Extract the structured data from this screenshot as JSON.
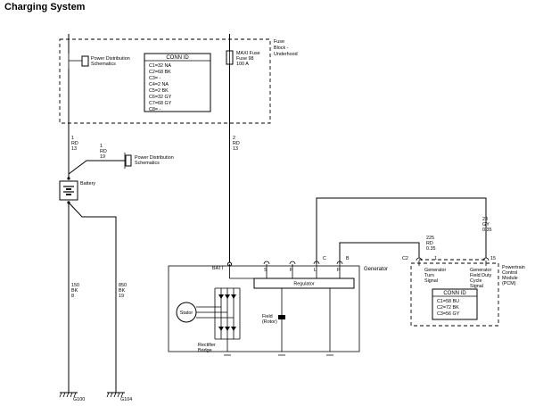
{
  "title": "Charging System",
  "fuse_block": {
    "label_lines": [
      "Fuse",
      "Block -",
      "Underhood"
    ],
    "pds_label_lines": [
      "Power Distribution",
      "Schematics"
    ],
    "fuse_lines": [
      "MAXI Fuse",
      "Fuse 98",
      "100 A"
    ],
    "conn_id_header": "CONN ID",
    "conn_rows": [
      "C1=32 NA",
      "C2=68 BK",
      "C3= -",
      "C4=2 NA",
      "C5=2 BK",
      "C6=32 GY",
      "C7=68 GY",
      "C8= -"
    ]
  },
  "wires": {
    "left_lines": [
      "1",
      "RD",
      "13"
    ],
    "mid_lines": [
      "2",
      "RD",
      "13"
    ],
    "branch_lines": [
      "1",
      "RD",
      "19"
    ],
    "gnd100_lines": [
      "150",
      "BK",
      "8"
    ],
    "gnd104_lines": [
      "850",
      "BK",
      "19"
    ],
    "turn_lines": [
      "225",
      "RD",
      "0.35"
    ],
    "fdc_lines": [
      "23",
      "GY",
      "0.35"
    ]
  },
  "pds2_lines": [
    "Power Distribution",
    "Schematics"
  ],
  "battery_label": "Battery",
  "generator": {
    "label": "Generator",
    "batt_label": "BATT",
    "terminals": [
      "S",
      "F",
      "L",
      "P"
    ],
    "regulator_label": "Regulator",
    "stator_label": "Stator",
    "field_lines": [
      "Field",
      "(Rotor)"
    ],
    "rectifier_lines": [
      "Rectifier",
      "Bridge"
    ],
    "c_label": "C",
    "b_label": "B"
  },
  "pcm": {
    "label_lines": [
      "Powertrain",
      "Control",
      "Module",
      "(PCM)"
    ],
    "pin_c2": "C2",
    "pin_1": "1",
    "pin_15": "15",
    "gts_lines": [
      "Generator",
      "Turn",
      "Signal"
    ],
    "gfdc_lines": [
      "Generator",
      "Field Duty",
      "Cycle",
      "Signal"
    ],
    "conn_id_header": "CONN ID",
    "conn_rows": [
      "C1=58 BU",
      "C2=72 BK",
      "C3=56 GY"
    ]
  },
  "grounds": [
    "G100",
    "G104"
  ]
}
